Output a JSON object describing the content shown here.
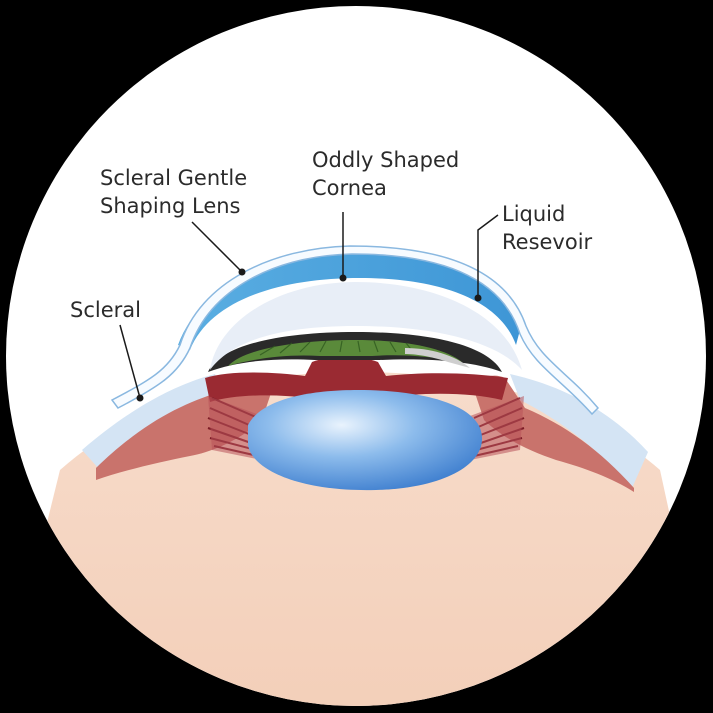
{
  "labels": {
    "scleral_lens": [
      "Scleral Gentle",
      "Shaping Lens"
    ],
    "cornea": [
      "Oddly Shaped",
      "Cornea"
    ],
    "liquid": [
      "Liquid",
      "Resevoir"
    ],
    "scleral": [
      "Scleral"
    ]
  },
  "colors": {
    "background": "#000000",
    "circle": "#ffffff",
    "eye_body": "#f5d7c4",
    "sclera": "#c9736c",
    "ciliary": "#9a2a32",
    "iris_dark": "#2a2a2a",
    "iris_green": "#5a8a3a",
    "lens_blue": "#7fb2e8",
    "cornea_light": "#e8eef7",
    "liquid_blue": "#4aa3dc",
    "leader": "#1a1a1a"
  }
}
